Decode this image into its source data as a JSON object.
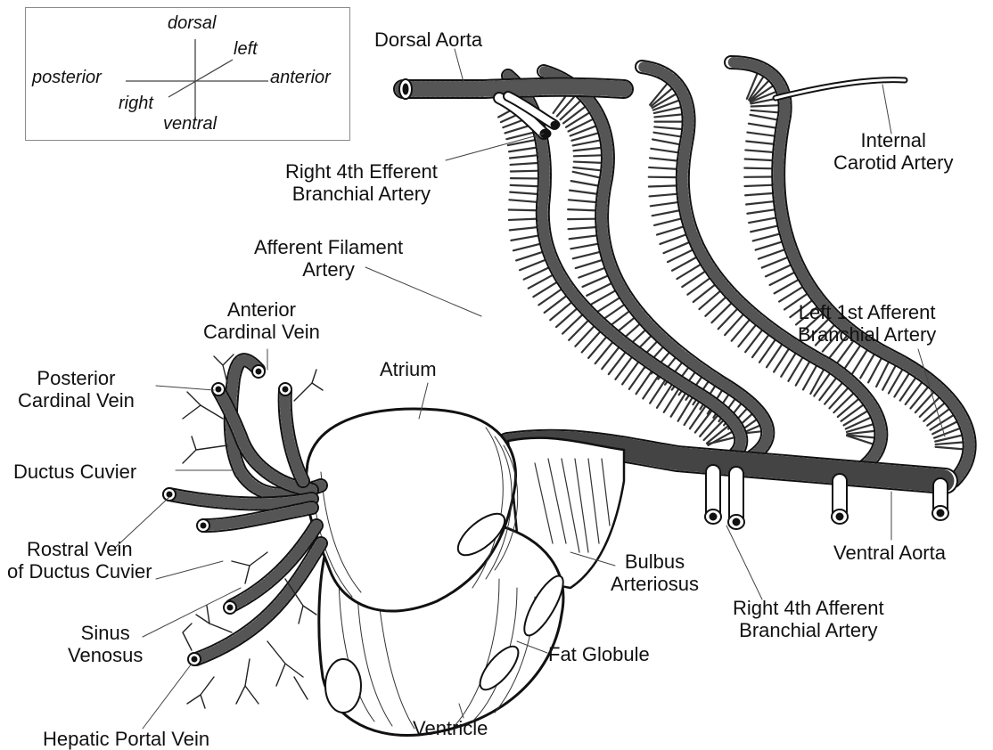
{
  "orientation": {
    "dorsal": "dorsal",
    "left": "left",
    "posterior": "posterior",
    "anterior": "anterior",
    "right": "right",
    "ventral": "ventral"
  },
  "labels": {
    "dorsal_aorta": "Dorsal Aorta",
    "right_4th_efferent": [
      "Right 4th Efferent",
      "Branchial Artery"
    ],
    "internal_carotid": [
      "Internal",
      "Carotid Artery"
    ],
    "afferent_filament": [
      "Afferent Filament",
      "Artery"
    ],
    "anterior_cardinal": [
      "Anterior",
      "Cardinal Vein"
    ],
    "posterior_cardinal": [
      "Posterior",
      "Cardinal Vein"
    ],
    "atrium": "Atrium",
    "left_1st_afferent": [
      "Left 1st Afferent",
      "Branchial Artery"
    ],
    "ductus_cuvier": "Ductus Cuvier",
    "rostral_vein": [
      "Rostral Vein",
      "of Ductus Cuvier"
    ],
    "ventral_aorta": "Ventral Aorta",
    "bulbus": [
      "Bulbus",
      "Arteriosus"
    ],
    "right_4th_afferent": [
      "Right 4th Afferent",
      "Branchial Artery"
    ],
    "sinus_venosus": [
      "Sinus",
      "Venosus"
    ],
    "fat_globule": "Fat Globule",
    "ventricle": "Ventricle",
    "hepatic_portal": "Hepatic Portal Vein"
  },
  "colors": {
    "ink": "#111111",
    "paper": "#ffffff",
    "frame": "#8a8a8a"
  }
}
